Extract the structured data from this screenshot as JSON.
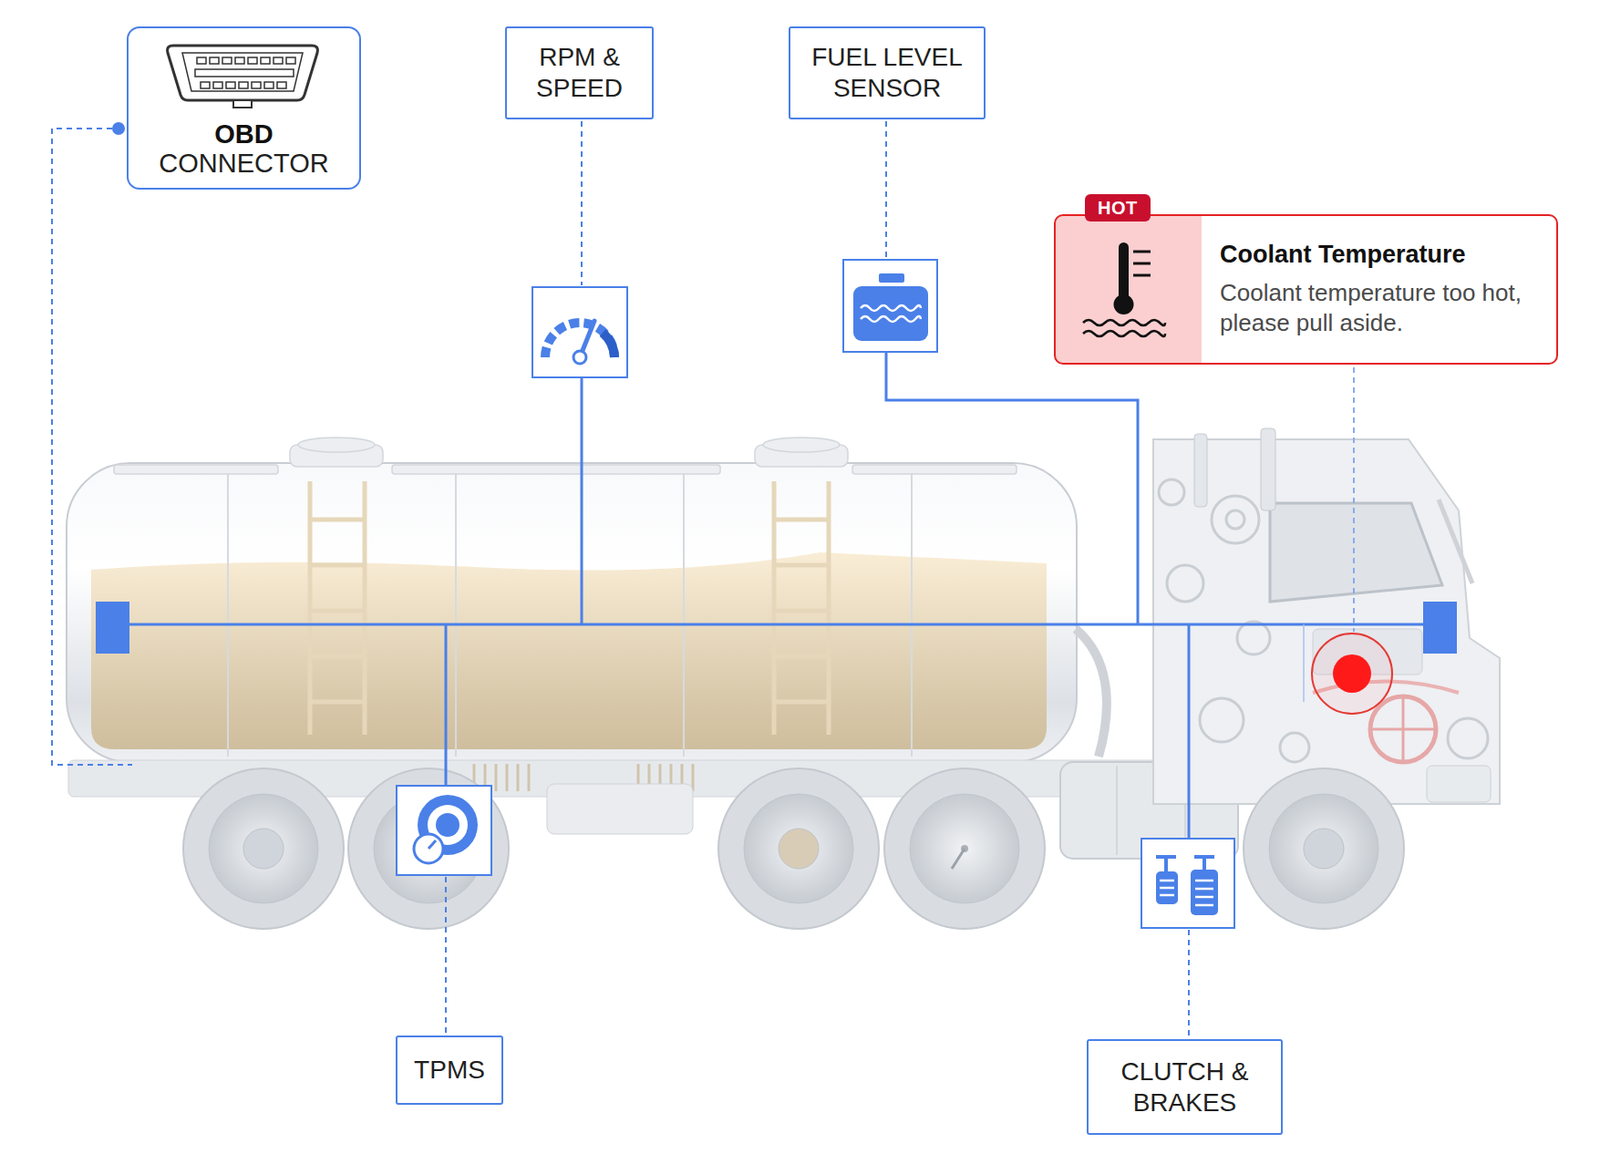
{
  "diagram": {
    "nodes": [
      {
        "text": [
          "OBD",
          "CONNECTOR"
        ]
      },
      {
        "text": [
          "RPM & SPEED"
        ]
      },
      {
        "text": [
          "FUEL LEVEL SENSOR"
        ]
      },
      {
        "text": [
          "HOT",
          "Coolant Temperature",
          "Coolant temperature too hot, please pull aside."
        ]
      },
      {
        "text": [
          "TPMS"
        ]
      },
      {
        "text": [
          "CLUTCH & BRAKES"
        ]
      }
    ]
  }
}
